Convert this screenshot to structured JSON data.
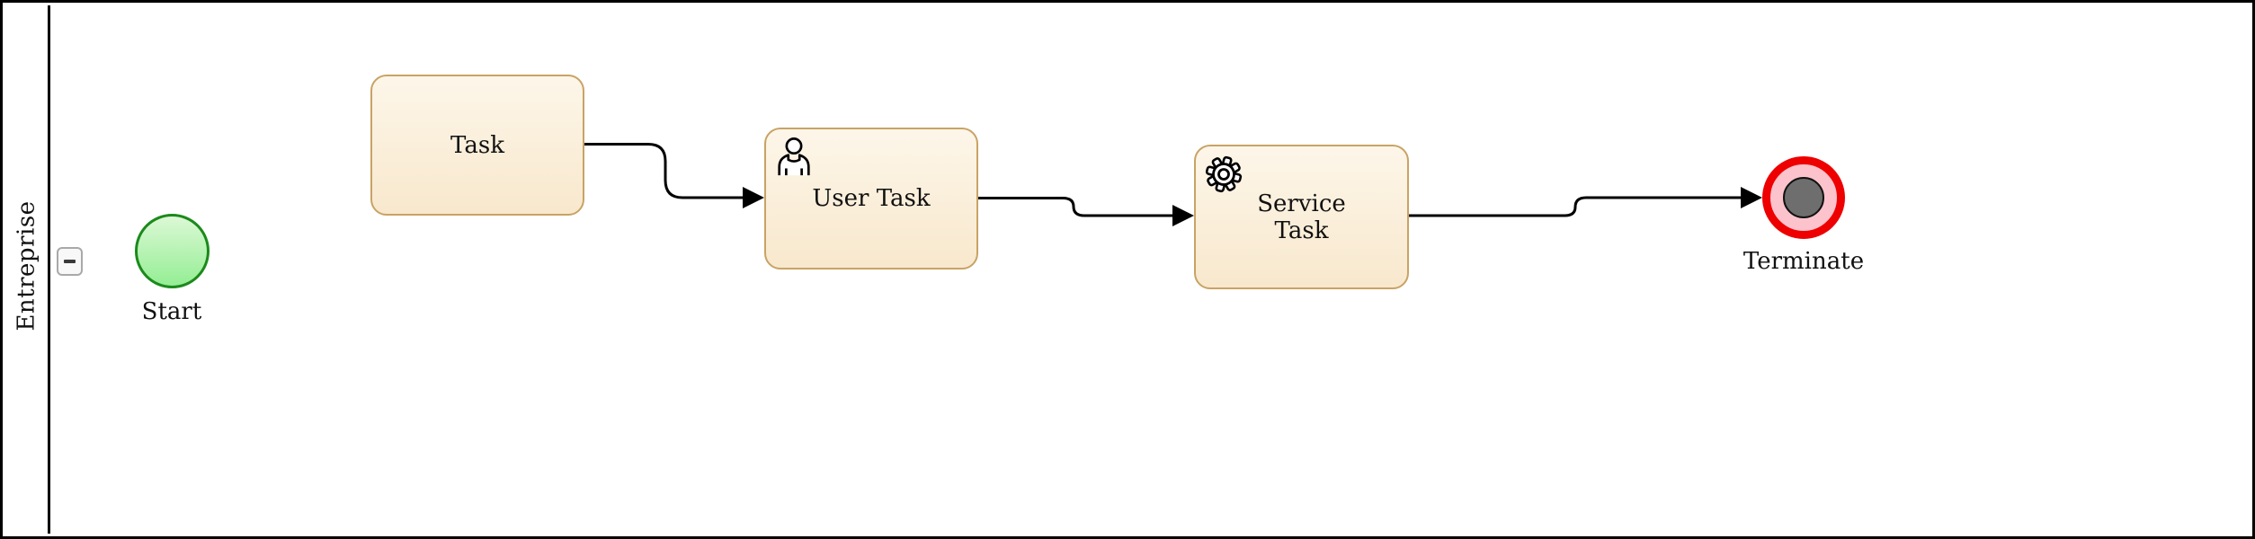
{
  "pool": {
    "label": "Entreprise"
  },
  "nodes": {
    "start": {
      "type": "start-event",
      "label": "Start"
    },
    "task": {
      "type": "task",
      "label": "Task"
    },
    "user_task": {
      "type": "user-task",
      "label": "User Task",
      "icon": "person-icon"
    },
    "service_task": {
      "type": "service-task",
      "lines": [
        "Service",
        "Task"
      ],
      "icon": "gear-icon"
    },
    "terminate": {
      "type": "terminate-end-event",
      "label": "Terminate"
    }
  },
  "edges": [
    {
      "from": "Task",
      "to": "User Task"
    },
    {
      "from": "User Task",
      "to": "Service Task"
    },
    {
      "from": "Service Task",
      "to": "Terminate"
    }
  ],
  "colors": {
    "task-border": "#c8a365",
    "task-fill-top": "#fdf6e9",
    "task-fill-bottom": "#f8e8cd",
    "start-border": "#1b8a1b",
    "start-fill-top": "#dcf8d5",
    "start-fill-bottom": "#94ee94",
    "terminate-ring": "#ee0000",
    "terminate-fill": "#fcc3cc",
    "terminate-core": "#6e6e6e",
    "line": "#000000"
  }
}
